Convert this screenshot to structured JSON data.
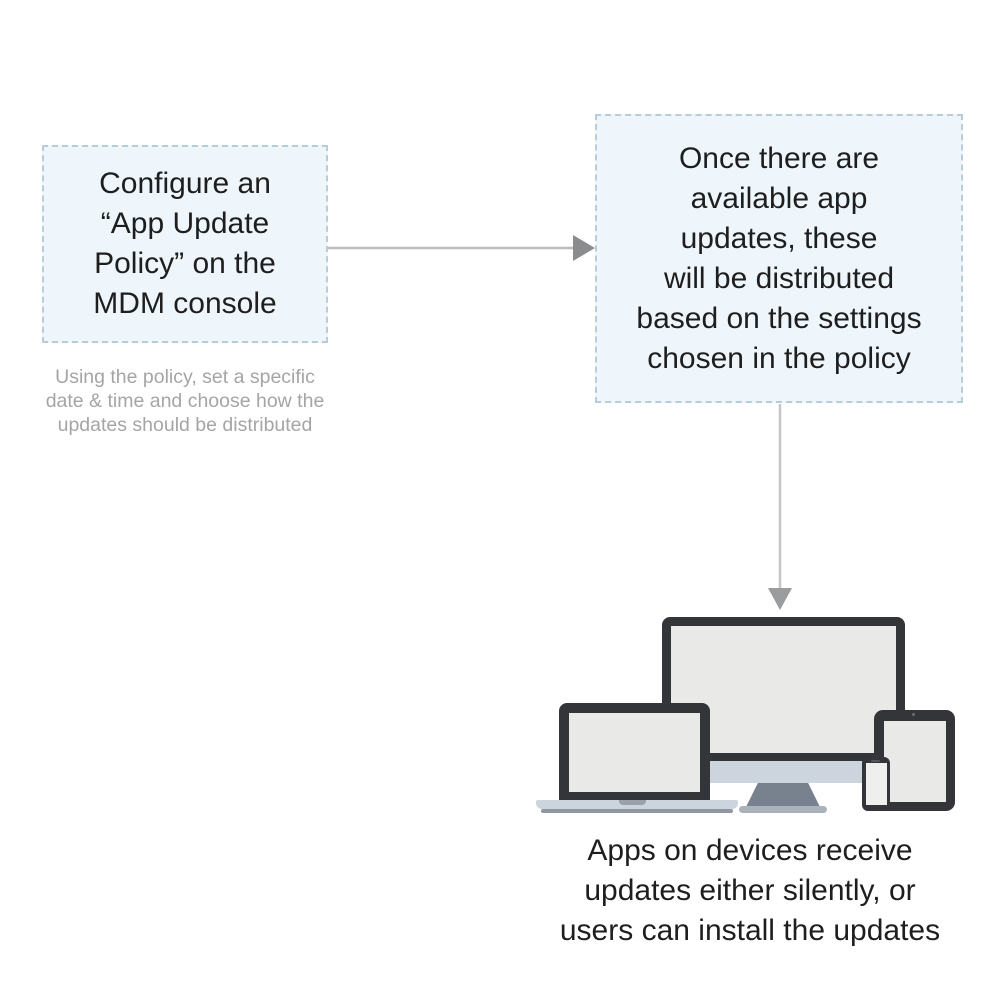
{
  "flow": {
    "step1": {
      "lines": [
        "Configure an",
        "“App Update",
        "Policy” on the",
        "MDM console"
      ],
      "caption_lines": [
        "Using the policy, set a specific",
        "date & time and choose how the",
        "updates should be distributed"
      ]
    },
    "step2": {
      "lines": [
        "Once there are",
        "available app",
        "updates, these",
        "will be distributed",
        "based on the settings",
        "chosen in the policy"
      ]
    },
    "step3": {
      "caption_lines": [
        "Apps on devices receive",
        "updates either silently, or",
        "users can install the updates"
      ]
    }
  },
  "icons": {
    "arrow_right": "right-arrow connector from step 1 box to step 2 box",
    "arrow_down": "down-arrow connector from step 2 box to devices",
    "devices": [
      "desktop-monitor",
      "laptop",
      "tablet",
      "smartphone"
    ]
  },
  "colors": {
    "box_fill": "#eef5fb",
    "box_border": "#b7cddc",
    "text": "#1e1e1e",
    "caption_text": "#a5a5a5",
    "arrow_line": "#bcbdbf",
    "arrow_head_right": "#8a8c8e",
    "arrow_head_down": "#9b9c9e",
    "device_frame": "#333538",
    "device_screen": "#e9e9e8",
    "device_body": "#ccd4dd",
    "monitor_stand": "#78828e"
  }
}
